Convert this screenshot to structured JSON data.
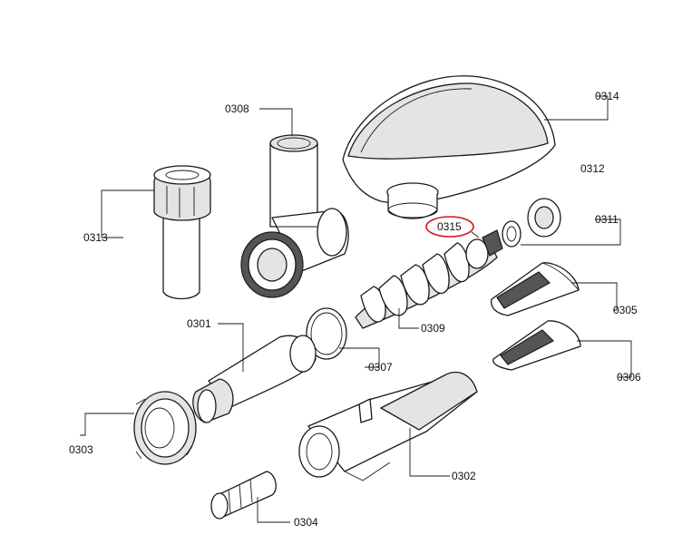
{
  "labels": {
    "p0301": "0301",
    "p0302": "0302",
    "p0303": "0303",
    "p0304": "0304",
    "p0305": "0305",
    "p0306": "0306",
    "p0307": "0307",
    "p0308": "0308",
    "p0309": "0309",
    "p0311": "0311",
    "p0312": "0312",
    "p0313": "0313",
    "p0314": "0314",
    "p0315": "0315"
  },
  "highlighted_part": "0315",
  "colors": {
    "line": "#1a1a1a",
    "highlight": "#d11a1a",
    "background": "#ffffff"
  }
}
